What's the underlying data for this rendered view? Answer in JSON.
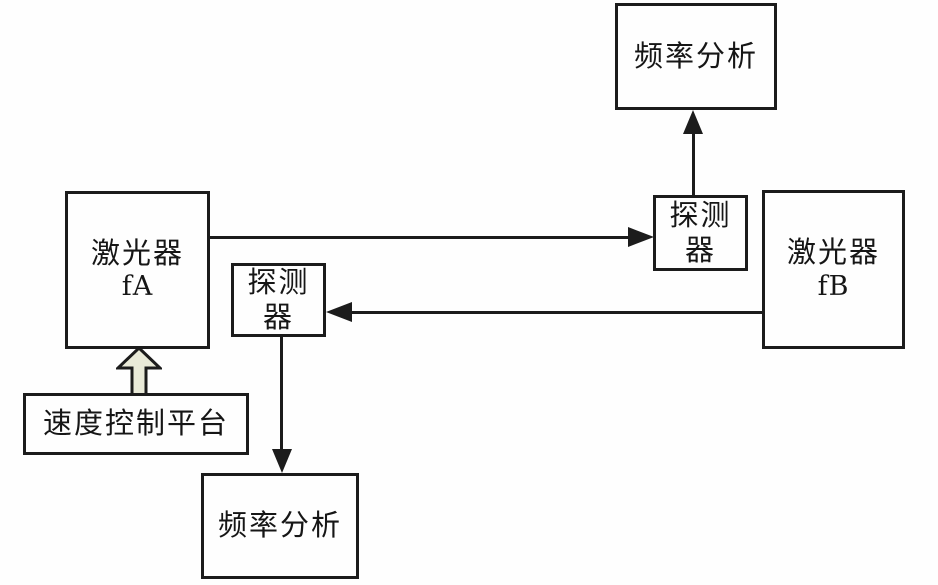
{
  "diagram": {
    "kind": "block-diagram",
    "blocks": {
      "freq_top": {
        "label": "频率分析"
      },
      "detector_top": {
        "line1": "探测",
        "line2": "器"
      },
      "laser_fb": {
        "line1": "激光器",
        "line2": "fB"
      },
      "laser_fa": {
        "line1": "激光器",
        "line2": "fA"
      },
      "detector_mid": {
        "line1": "探测",
        "line2": "器"
      },
      "speed_platform": {
        "label": "速度控制平台"
      },
      "freq_bottom": {
        "label": "频率分析"
      }
    },
    "connections": [
      {
        "from": "laser_fa",
        "to": "detector_top",
        "style": "thin-arrow",
        "direction": "right"
      },
      {
        "from": "detector_top",
        "to": "freq_top",
        "style": "thin-arrow",
        "direction": "up"
      },
      {
        "from": "laser_fb",
        "to": "detector_mid",
        "style": "thin-arrow",
        "direction": "left"
      },
      {
        "from": "detector_mid",
        "to": "freq_bottom",
        "style": "thin-arrow",
        "direction": "down"
      },
      {
        "from": "speed_platform",
        "to": "laser_fa",
        "style": "block-arrow",
        "direction": "up"
      }
    ],
    "colors": {
      "background": "#fefefe",
      "line": "#1c1c1c",
      "text": "#161616",
      "block_arrow_fill": "#e9ead8"
    }
  }
}
